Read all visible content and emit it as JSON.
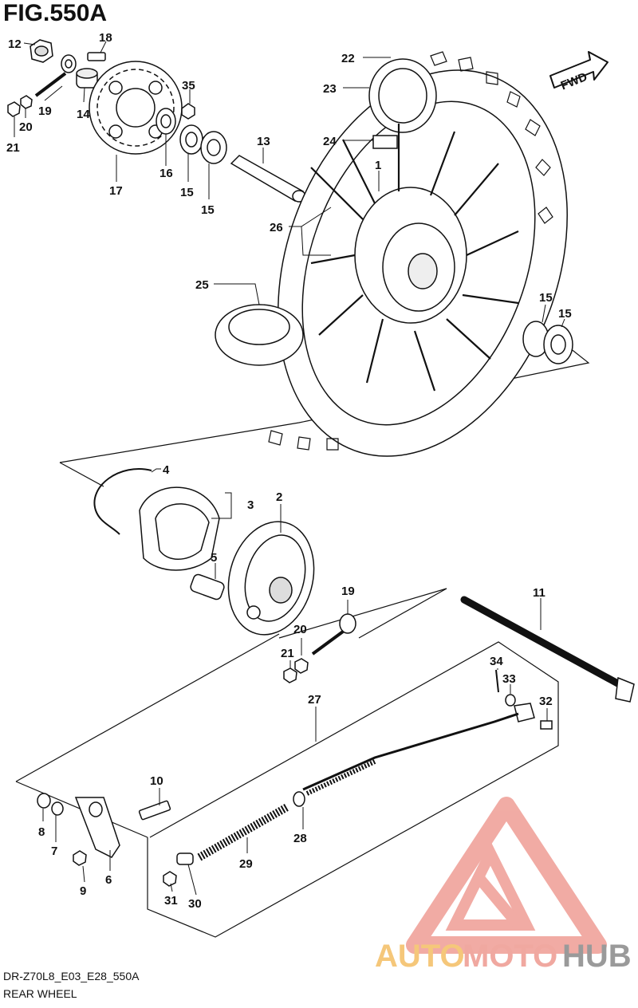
{
  "figure": {
    "title": "FIG.550A",
    "code": "DR-Z70L8_E03_E28_550A",
    "name": "REAR WHEEL"
  },
  "direction_arrow": {
    "text": "FWD"
  },
  "watermark": {
    "part1": "AUTO",
    "part2": "MOTO",
    "part3": "HUB",
    "color_primary": "#f0a8a0",
    "color_accent": "#f5c77a",
    "color_gray": "#9a9a9a"
  },
  "callouts": [
    {
      "id": "c12",
      "text": "12"
    },
    {
      "id": "c18",
      "text": "18"
    },
    {
      "id": "c19a",
      "text": "19"
    },
    {
      "id": "c14",
      "text": "14"
    },
    {
      "id": "c35",
      "text": "35"
    },
    {
      "id": "c20a",
      "text": "20"
    },
    {
      "id": "c21a",
      "text": "21"
    },
    {
      "id": "c16",
      "text": "16"
    },
    {
      "id": "c17",
      "text": "17"
    },
    {
      "id": "c15a",
      "text": "15"
    },
    {
      "id": "c15b",
      "text": "15"
    },
    {
      "id": "c13",
      "text": "13"
    },
    {
      "id": "c22",
      "text": "22"
    },
    {
      "id": "c23",
      "text": "23"
    },
    {
      "id": "c24",
      "text": "24"
    },
    {
      "id": "c1",
      "text": "1"
    },
    {
      "id": "c26",
      "text": "26"
    },
    {
      "id": "c25",
      "text": "25"
    },
    {
      "id": "c15c",
      "text": "15"
    },
    {
      "id": "c15d",
      "text": "15"
    },
    {
      "id": "c4",
      "text": "4"
    },
    {
      "id": "c3",
      "text": "3"
    },
    {
      "id": "c2",
      "text": "2"
    },
    {
      "id": "c5",
      "text": "5"
    },
    {
      "id": "c19b",
      "text": "19"
    },
    {
      "id": "c20b",
      "text": "20"
    },
    {
      "id": "c21b",
      "text": "21"
    },
    {
      "id": "c11",
      "text": "11"
    },
    {
      "id": "c34",
      "text": "34"
    },
    {
      "id": "c33",
      "text": "33"
    },
    {
      "id": "c32",
      "text": "32"
    },
    {
      "id": "c27",
      "text": "27"
    },
    {
      "id": "c10",
      "text": "10"
    },
    {
      "id": "c8",
      "text": "8"
    },
    {
      "id": "c7",
      "text": "7"
    },
    {
      "id": "c28",
      "text": "28"
    },
    {
      "id": "c29",
      "text": "29"
    },
    {
      "id": "c6",
      "text": "6"
    },
    {
      "id": "c9",
      "text": "9"
    },
    {
      "id": "c31",
      "text": "31"
    },
    {
      "id": "c30",
      "text": "30"
    }
  ]
}
